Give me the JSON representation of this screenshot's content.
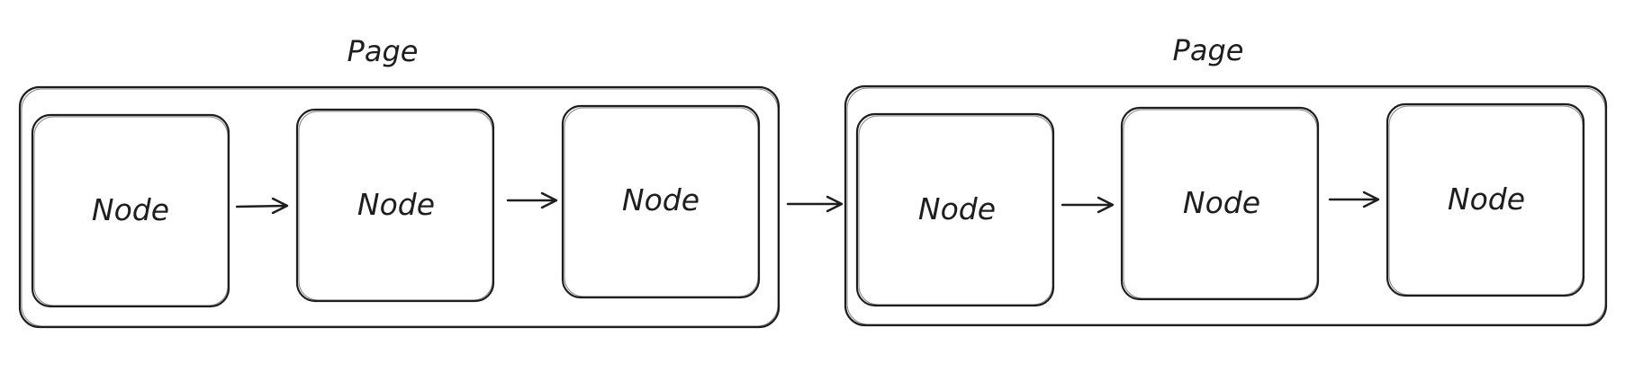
{
  "pages": [
    {
      "title": "Page",
      "nodes": [
        "Node",
        "Node",
        "Node"
      ]
    },
    {
      "title": "Page",
      "nodes": [
        "Node",
        "Node",
        "Node"
      ]
    }
  ],
  "colors": {
    "stroke": "#1e1e1e",
    "background": "#ffffff"
  }
}
